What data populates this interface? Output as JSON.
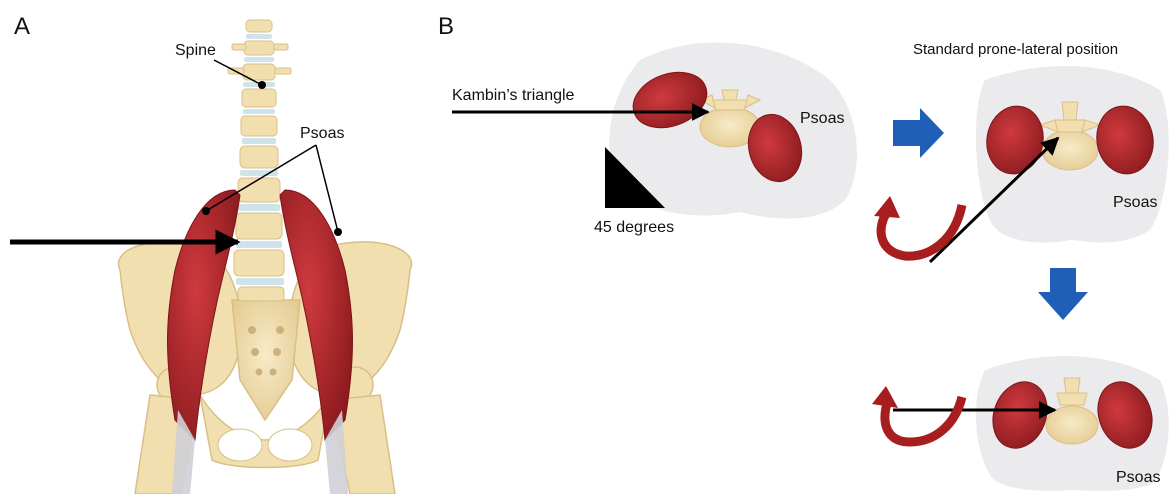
{
  "panels": {
    "a": {
      "letter": "A",
      "labels": {
        "spine": "Spine",
        "psoas": "Psoas"
      }
    },
    "b": {
      "letter": "B",
      "title": "Standard prone-lateral position",
      "labels": {
        "kambin": "Kambin’s triangle",
        "angle": "45 degrees",
        "psoas_1": "Psoas",
        "psoas_2": "Psoas",
        "psoas_3": "Psoas"
      }
    }
  },
  "colors": {
    "bone": "#f2dfb0",
    "bone_edge": "#d9bf86",
    "disc": "#cfe3ea",
    "muscle": "#b3262b",
    "muscle_dark": "#7d1518",
    "tendon": "#cfcfd6",
    "tissue": "#ebebee",
    "blue_arrow": "#1f5fb8",
    "red_arrow": "#a81d1d",
    "black": "#000000"
  },
  "icons": {
    "rotation": "curved-rotation-arrow-icon",
    "step": "blue-block-arrow-icon"
  }
}
